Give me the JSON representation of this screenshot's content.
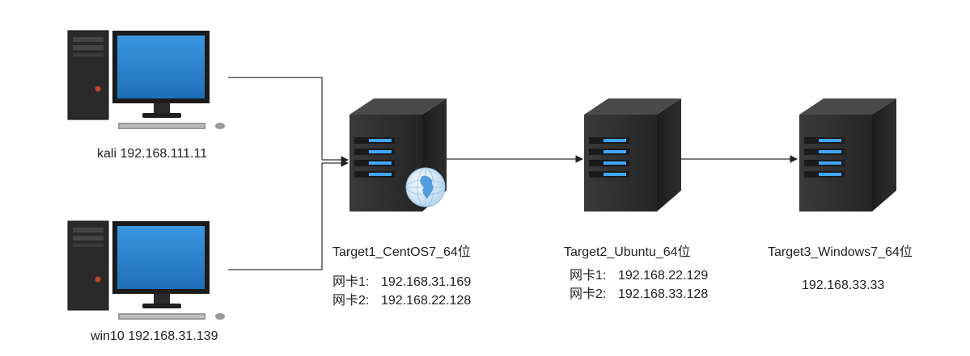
{
  "colors": {
    "line": "#333333",
    "monitor_screen": "#2a84cf",
    "case_dark": "#232323",
    "server_dark": "#2b2b2b",
    "led": "#41a6ff"
  },
  "hosts": {
    "kali": {
      "label": "kali 192.168.111.11",
      "icon": "desktop-computer-icon"
    },
    "win10": {
      "label": "win10 192.168.31.139",
      "icon": "desktop-computer-icon"
    }
  },
  "targets": {
    "t1": {
      "title": "Target1_CentOS7_64位",
      "nic1_key": "网卡1:",
      "nic1_val": "192.168.31.169",
      "nic2_key": "网卡2:",
      "nic2_val": "192.168.22.128",
      "icon": "server-with-globe-icon"
    },
    "t2": {
      "title": "Target2_Ubuntu_64位",
      "nic1_key": "网卡1:",
      "nic1_val": "192.168.22.129",
      "nic2_key": "网卡2:",
      "nic2_val": "192.168.33.128",
      "icon": "server-icon"
    },
    "t3": {
      "title": "Target3_Windows7_64位",
      "ip": "192.168.33.33",
      "icon": "server-icon"
    }
  }
}
